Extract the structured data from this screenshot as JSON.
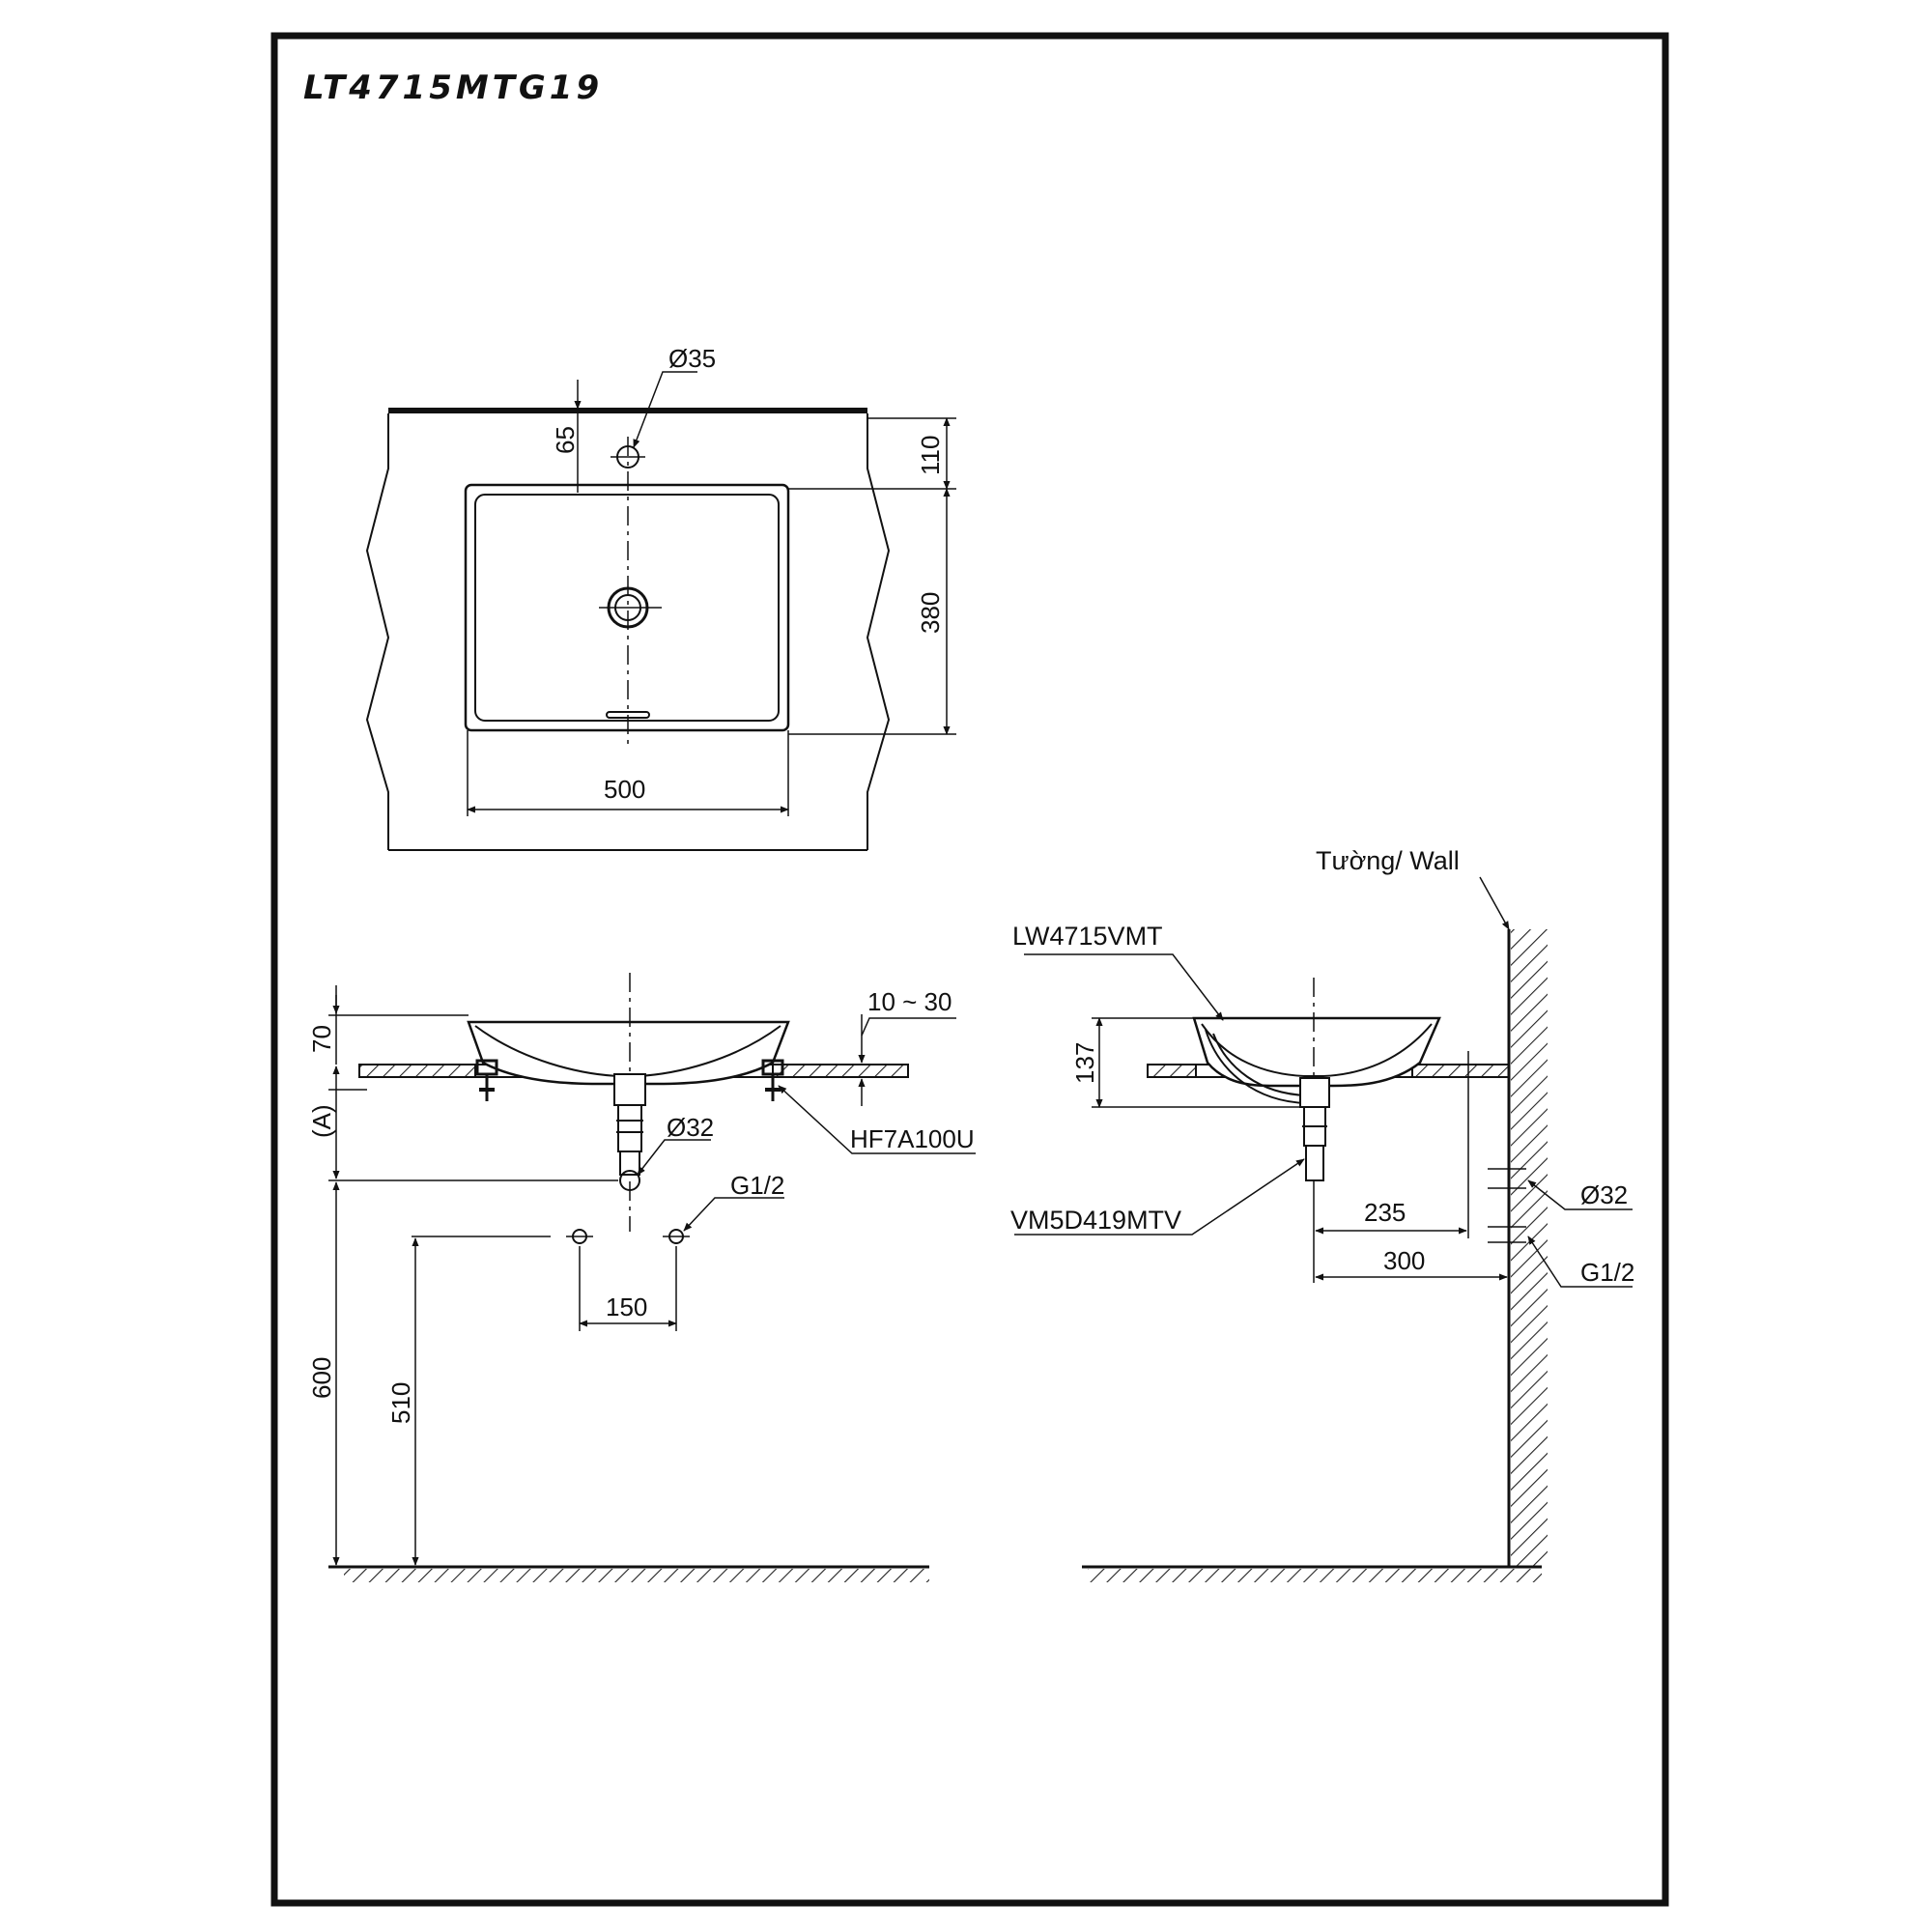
{
  "title": "LT4715MTG19",
  "top_view": {
    "hole_dia": "Ø35",
    "hole_offset": "65",
    "dim_110": "110",
    "dim_380": "380",
    "dim_500": "500"
  },
  "front_view": {
    "dim_70": "70",
    "dim_10_30": "10 ~ 30",
    "dim_A": "(A)",
    "drain_dia": "Ø32",
    "drain_part": "HF7A100U",
    "supply": "G1/2",
    "dim_150": "150",
    "dim_600": "600",
    "dim_510": "510"
  },
  "side_view": {
    "wall_label": "Tường/ Wall",
    "basin_part": "LW4715VMT",
    "dim_137": "137",
    "valve_part": "VM5D419MTV",
    "dim_235": "235",
    "dim_300": "300",
    "drain_dia": "Ø32",
    "supply": "G1/2"
  }
}
